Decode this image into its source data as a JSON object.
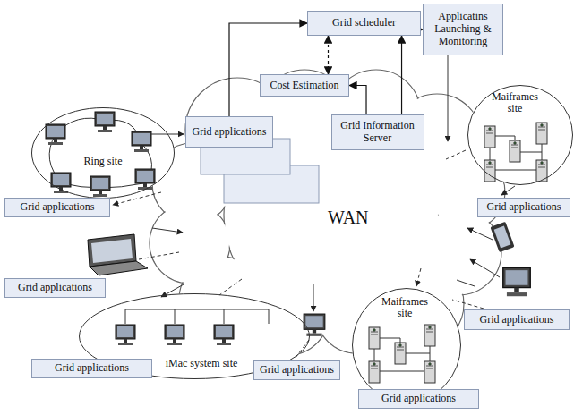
{
  "diagram": {
    "nodes": [
      {
        "text": [
          "Grid scheduler"
        ]
      },
      {
        "text": [
          "Applicatins Launching & Monitoring"
        ]
      },
      {
        "text": [
          "Cost Estimation"
        ]
      },
      {
        "text": [
          "Grid applications"
        ]
      },
      {
        "text": [
          "Grid Information Server"
        ]
      },
      {
        "text": [
          "Ring site"
        ]
      },
      {
        "text": [
          "Grid applications"
        ]
      },
      {
        "text": [
          "Maiframes site"
        ]
      },
      {
        "text": [
          "Grid applications"
        ]
      },
      {
        "text": [
          "Grid applications"
        ]
      },
      {
        "text": [
          "Grid applications"
        ]
      },
      {
        "text": [
          "iMac system site"
        ]
      },
      {
        "text": [
          "Grid applications"
        ]
      },
      {
        "text": [
          "Grid applications"
        ]
      },
      {
        "text": [
          "Maiframes site"
        ]
      },
      {
        "text": [
          "Grid applications"
        ]
      }
    ],
    "edges": [
      {
        "from": 3,
        "to": 0,
        "arrow": "to"
      },
      {
        "from": 0,
        "to": 1,
        "arrow": "to"
      },
      {
        "from": 2,
        "to": 0,
        "arrow": "both"
      },
      {
        "from": 4,
        "to": 2,
        "arrow": "to"
      },
      {
        "from": 4,
        "to": 0,
        "arrow": "to"
      }
    ],
    "labels": [
      "WAN"
    ]
  }
}
